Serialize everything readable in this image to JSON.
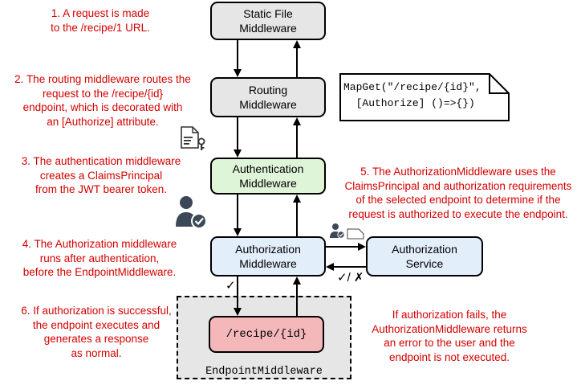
{
  "notes": {
    "n1": "1. A request is made\nto the /recipe/1 URL.",
    "n2": "2. The routing middleware routes the\nrequest to the /recipe/{id}\nendpoint, which is decorated with\nan [Authorize] attribute.",
    "n3": "3. The authentication middleware\ncreates a ClaimsPrincipal\nfrom the JWT bearer token.",
    "n4": "4. The Authorization middleware\nruns after authentication,\nbefore the EndpointMiddleware.",
    "n5": "5. The AuthorizationMiddleware uses the\nClaimsPrincipal and authorization requirements\nof the selected endpoint to determine if the\nrequest is authorized to execute the endpoint.",
    "n6": "6. If authorization is successful,\nthe endpoint executes and\ngenerates a response\nas normal.",
    "n7": "If authorization fails, the\nAuthorizationMiddleware returns\nan error to the user and the\nendpoint is not executed."
  },
  "boxes": {
    "static_file": "Static File\nMiddleware",
    "routing": "Routing\nMiddleware",
    "authentication": "Authentication\nMiddleware",
    "authorization": "Authorization\nMiddleware",
    "authorization_service": "Authorization\nService",
    "endpoint": "/recipe/{id}"
  },
  "endpoint_middleware_label": "EndpointMiddleware",
  "code": {
    "line1": "MapGet(\"/recipe/{id}\",",
    "line2": "  [Authorize] ()=>{})"
  },
  "marks": {
    "check_left": "✓",
    "check_cross": "✓/ ✗"
  },
  "icons": [
    "document-key-icon",
    "user-check-icon",
    "small-user-check-icon",
    "token-icon"
  ],
  "colors": {
    "note_text": "#d40000",
    "gray_box": "#e6e6e6",
    "green_box": "#dff5d8",
    "blue_box": "#e3eefb",
    "pink_box": "#f4b8bb"
  }
}
